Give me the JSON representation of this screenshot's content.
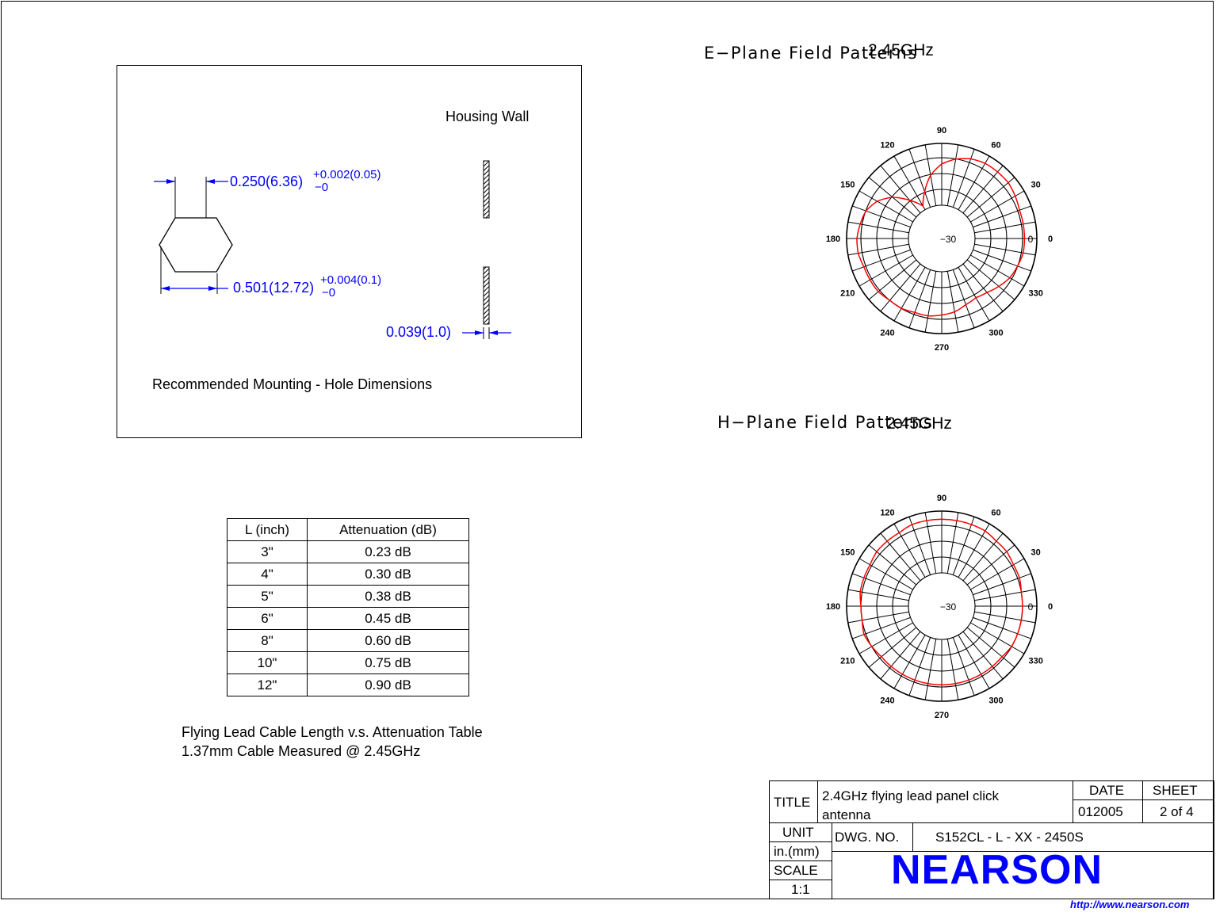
{
  "mounting": {
    "housing_wall_label": "Housing Wall",
    "dim_width": "0.250(6.36)",
    "dim_width_tol_plus": "+0.002(0.05)",
    "dim_width_tol_minus": "−0",
    "dim_diag": "0.501(12.72)",
    "dim_diag_tol_plus": "+0.004(0.1)",
    "dim_diag_tol_minus": "−0",
    "dim_wall": "0.039(1.0)",
    "caption": "Recommended  Mounting  -  Hole  Dimensions"
  },
  "attenuation_table": {
    "headers": [
      "L (inch)",
      "Attenuation (dB)"
    ],
    "rows": [
      [
        "3\"",
        "0.23 dB"
      ],
      [
        "4\"",
        "0.30 dB"
      ],
      [
        "5\"",
        "0.38 dB"
      ],
      [
        "6\"",
        "0.45 dB"
      ],
      [
        "8\"",
        "0.60 dB"
      ],
      [
        "10\"",
        "0.75 dB"
      ],
      [
        "12\"",
        "0.90 dB"
      ]
    ],
    "caption_line1": "Flying Lead Cable Length v.s. Attenuation Table",
    "caption_line2": "1.37mm  Cable Measured  @  2.45GHz"
  },
  "plots": {
    "e_plane": {
      "title": "E−Plane  Field  Patterns",
      "freq": "2.45GHz",
      "center_label": "−30",
      "ring_label": "0",
      "angle_labels": [
        "0",
        "30",
        "60",
        "90",
        "120",
        "150",
        "180",
        "210",
        "240",
        "270",
        "300",
        "330"
      ],
      "pattern_db": [
        -6,
        -6,
        -6,
        -5,
        -4,
        -4,
        -4,
        -5,
        -7,
        -10,
        -15,
        -22,
        -28,
        -22,
        -15,
        -10,
        -7,
        -6,
        -5,
        -5,
        -6,
        -6,
        -6,
        -7,
        -7,
        -8,
        -8,
        -9,
        -10,
        -12,
        -13,
        -12,
        -10,
        -8,
        -7,
        -6
      ]
    },
    "h_plane": {
      "title": "H−Plane  Field  Patterns",
      "freq": "2.45GHz",
      "center_label": "−30",
      "ring_label": "0",
      "angle_labels": [
        "0",
        "30",
        "60",
        "90",
        "120",
        "150",
        "180",
        "210",
        "240",
        "270",
        "300",
        "330"
      ],
      "pattern_db": [
        -7,
        -7,
        -6,
        -6,
        -5,
        -5,
        -4,
        -4,
        -4,
        -4,
        -4,
        -4,
        -5,
        -5,
        -5,
        -6,
        -6,
        -6,
        -7,
        -7,
        -6,
        -7,
        -8,
        -8,
        -8,
        -8,
        -8,
        -8,
        -8,
        -8,
        -8,
        -8,
        -8,
        -7,
        -7,
        -7
      ]
    },
    "colors": {
      "pattern": "#ff0000",
      "grid": "#000000"
    }
  },
  "title_block": {
    "title_label": "TITLE",
    "title_line1": "2.4GHz  flying  lead  panel  click",
    "title_line2": "antenna",
    "date_label": "DATE",
    "date_value": "012005",
    "sheet_label": "SHEET",
    "sheet_value": "2 of 4",
    "unit_label": "UNIT",
    "unit_value": "in.(mm)",
    "scale_label": "SCALE",
    "scale_value": "1:1",
    "dwg_label": "DWG. NO.",
    "dwg_value": "S152CL - L - XX - 2450S",
    "logo": "NEARSON",
    "url": "http://www.nearson.com"
  },
  "colors": {
    "dimension": "#0000ff",
    "logo": "#0000ff"
  }
}
